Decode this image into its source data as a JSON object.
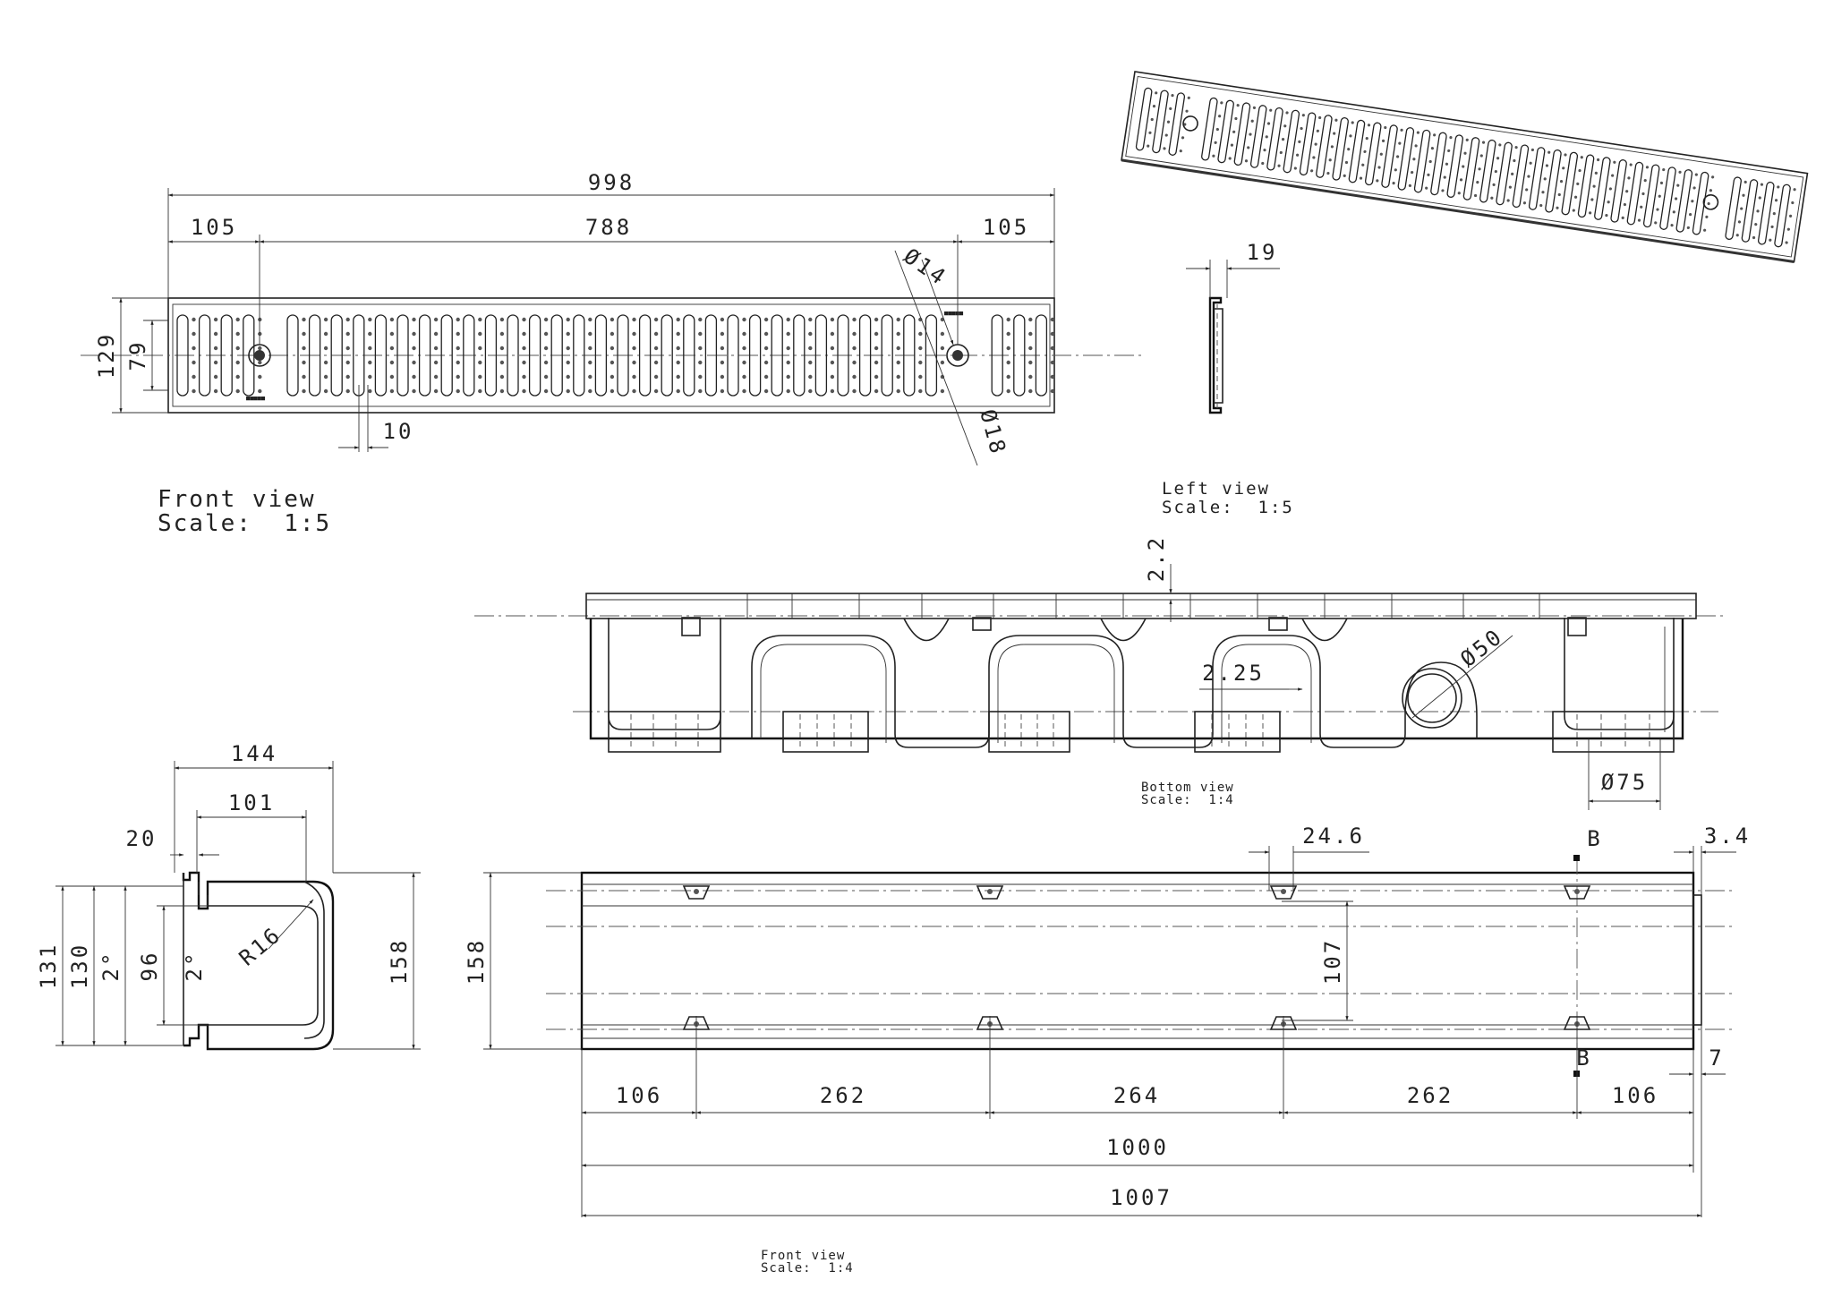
{
  "views": {
    "grate_front": {
      "caption": "Front view",
      "scale": "Scale:  1:5"
    },
    "grate_left": {
      "caption": "Left view",
      "scale": "Scale:  1:5"
    },
    "channel_bottom": {
      "caption": "Bottom view",
      "scale": "Scale:  1:4"
    },
    "channel_front": {
      "caption": "Front view",
      "scale": "Scale:  1:4"
    }
  },
  "dimensions": {
    "grate_length": "998",
    "grate_end_left": "105",
    "grate_center": "788",
    "grate_end_right": "105",
    "grate_width": "129",
    "grate_inner_width": "79",
    "slot_width": "10",
    "bolt_hole": "Ø14",
    "bolt_counterbore": "Ø18",
    "grate_thickness": "19",
    "rim_offset": "2.2",
    "wall_offset": "2.25",
    "outlet_small": "Ø50",
    "outlet_large": "Ø75",
    "section_width": "144",
    "section_inner": "101",
    "section_flange": "20",
    "section_radius": "R16",
    "section_h1": "131",
    "section_h2": "130",
    "section_angle1": "2°",
    "section_inner_h": "96",
    "section_angle2": "2°",
    "section_total_h": "158",
    "channel_height": "158",
    "anchor_spacing_v": "107",
    "anchor_w": "24.6",
    "end_lip": "3.4",
    "end_step": "7",
    "seg1": "106",
    "seg2": "262",
    "seg3": "264",
    "seg4": "262",
    "seg5": "106",
    "length_nominal": "1000",
    "length_total": "1007",
    "section_mark_top": "B",
    "section_mark_bottom": "B"
  }
}
